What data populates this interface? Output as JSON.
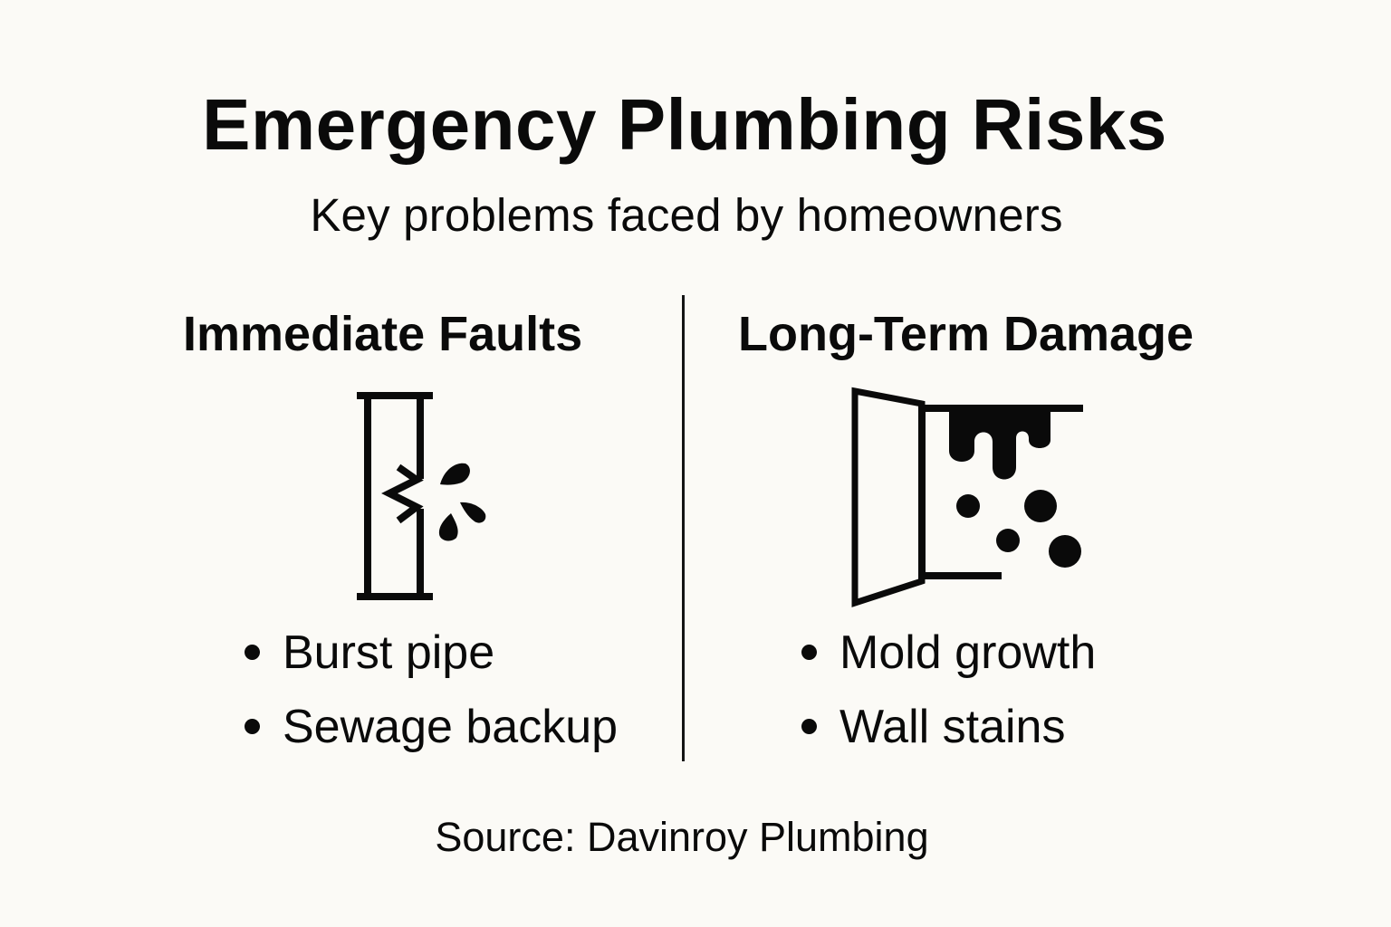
{
  "header": {
    "title": "Emergency Plumbing Risks",
    "subtitle": "Key problems faced by homeowners"
  },
  "columns": [
    {
      "heading": "Immediate Faults",
      "icon": "burst-pipe-icon",
      "items": [
        "Burst pipe",
        "Sewage backup"
      ]
    },
    {
      "heading": "Long-Term Damage",
      "icon": "water-damaged-wall-icon",
      "items": [
        "Mold growth",
        "Wall stains"
      ]
    }
  ],
  "footer": {
    "source": "Source: Davinroy Plumbing"
  },
  "colors": {
    "background": "#fbfaf6",
    "ink": "#0a0a0a"
  }
}
